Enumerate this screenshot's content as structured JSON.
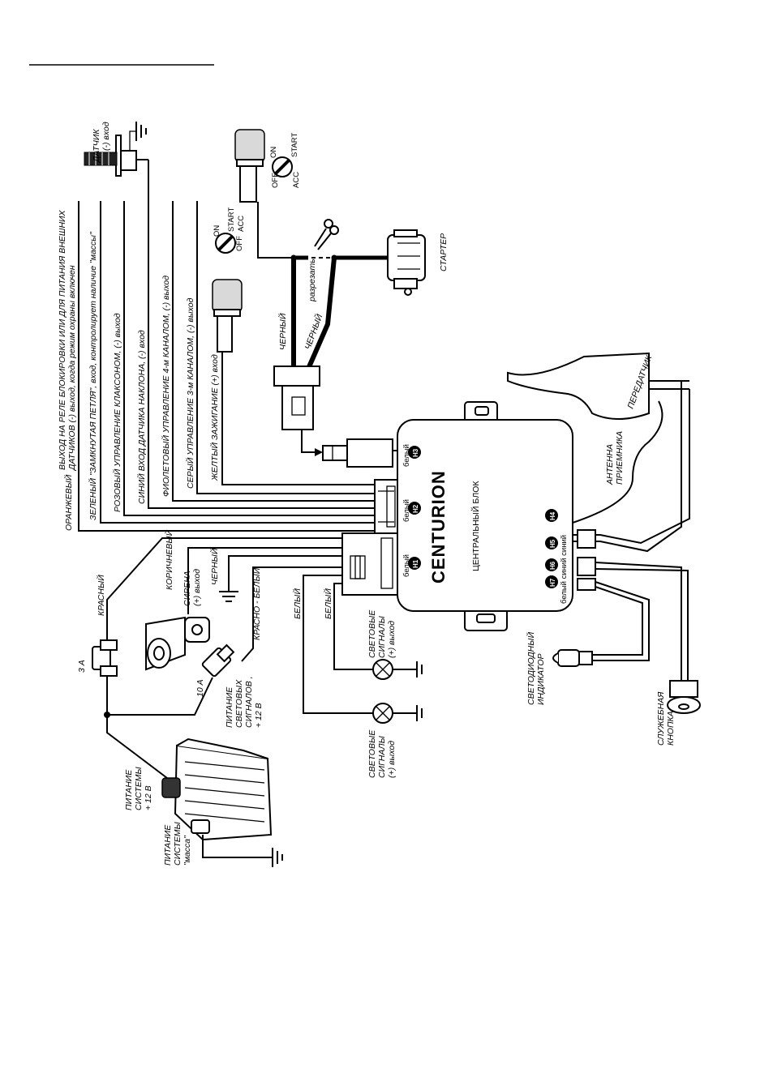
{
  "header_rule": "",
  "brand": "CENTURION",
  "central_unit_label": "ЦЕНТРАЛЬНЫЙ БЛОК",
  "wires": {
    "orange_title": "ОРАНЖЕВЫЙ",
    "orange_desc1": "ВЫХОД НА РЕЛЕ БЛОКИРОВКИ ИЛИ ДЛЯ ПИТАНИЯ ВНЕШНИХ",
    "orange_desc2": "ДАТЧИКОВ (-) выход, когда режим охраны включен",
    "green": "ЗЕЛЕНЫЙ  \"ЗАМКНУТАЯ ПЕТЛЯ\", вход, контролирует наличие \"массы\"",
    "pink": "РОЗОВЫЙ   УПРАВЛЕНИЕ КЛАКСОНОМ,  (-) выход",
    "blue": "СИНИЙ   ВХОД ДАТЧИКА НАКЛОНА,  (-) вход",
    "violet": "ФИОЛЕТОВЫЙ   УПРАВЛЕНИЕ 4-м КАНАЛОМ,  (-) выход",
    "grey": "СЕРЫЙ      УПРАВЛЕНИЕ 3-м КАНАЛОМ,  (-) выход",
    "yellow": "ЖЕЛТЫЙ ЗАЖИГАНИЕ (+) вход",
    "brown": "КОРИЧНЕВЫЙ",
    "black": "ЧЕРНЫЙ",
    "red_white": "КРАСНО - БЕЛЫЙ",
    "white1": "БЕЛЫЙ",
    "white2": "БЕЛЫЙ",
    "red": "КРАСНЫЙ",
    "black_thick1": "ЧЕРНЫЙ",
    "black_thick2": "ЧЕРНЫЙ",
    "cut": "разрезать"
  },
  "connectors": {
    "h1": "H1",
    "h2": "H2",
    "h3": "H3",
    "h4": "H4",
    "h5": "H5",
    "h6": "H6",
    "h7": "H7",
    "h1_color": "белый",
    "h2_color": "белый",
    "h3_color": "белый",
    "h567_colors": "белый синий синий"
  },
  "components": {
    "sensor": [
      "ДАТЧИК",
      "(-) вход"
    ],
    "ignition_switch": {
      "off": "OFF",
      "on": "ON",
      "acc": "ACC",
      "start": "START"
    },
    "starter": "СТАРТЕР",
    "transmitter": "ПЕРЕДАТЧИК",
    "antenna": [
      "АНТЕННА",
      "ПРИЕМНИКА"
    ],
    "siren": [
      "СИРЕНА",
      "(+) выход"
    ],
    "fuse_3a": "3 А",
    "fuse_10a": "10 А",
    "light_power": [
      "ПИТАНИЕ",
      "СВЕТОВЫХ",
      "СИГНАЛОВ ,",
      "+ 12 В"
    ],
    "light_signals_1": [
      "СВЕТОВЫЕ",
      "СИГНАЛЫ",
      "(+) выход"
    ],
    "light_signals_2": [
      "СВЕТОВЫЕ",
      "СИГНАЛЫ",
      "(+) выход"
    ],
    "system_power": [
      "ПИТАНИЕ",
      "СИСТЕМЫ",
      "+ 12 В"
    ],
    "system_ground": [
      "ПИТАНИЕ",
      "СИСТЕМЫ",
      "\"масса\""
    ],
    "led": [
      "СВЕТОДИОДНЫЙ",
      "ИНДИКАТОР"
    ],
    "service_button": [
      "СЛУЖЕБНАЯ",
      "КНОПКА"
    ]
  }
}
